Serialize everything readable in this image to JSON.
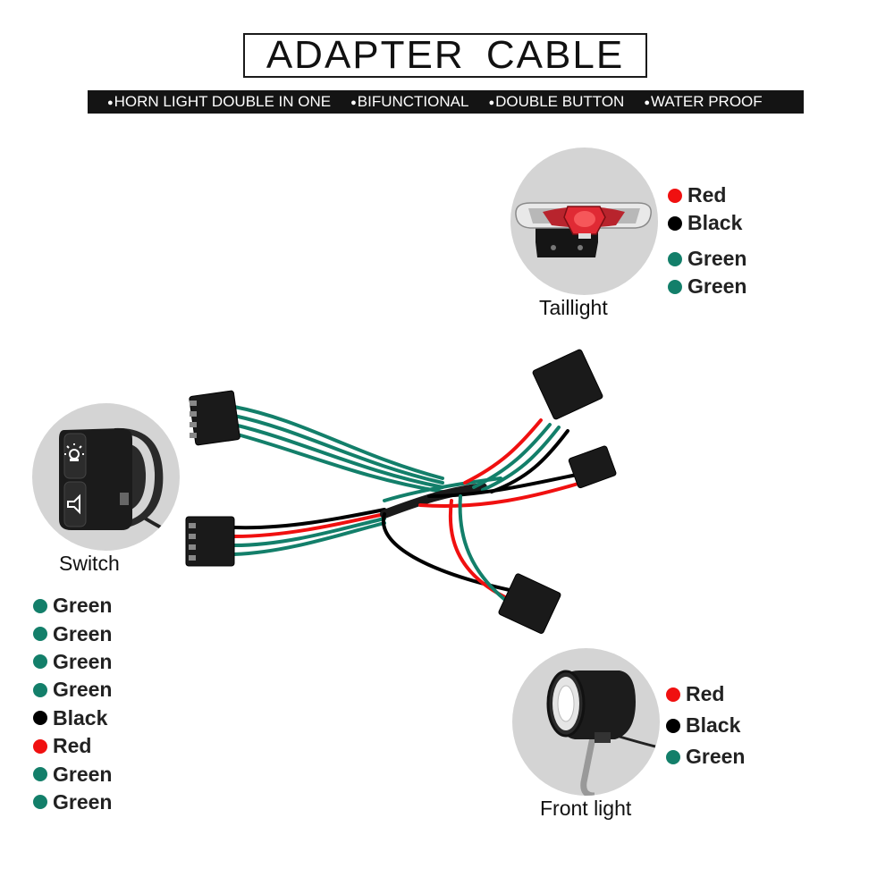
{
  "title": "ADAPTER  CABLE",
  "features": [
    "HORN LIGHT DOUBLE IN ONE",
    "BIFUNCTIONAL",
    "DOUBLE BUTTON",
    "WATER PROOF"
  ],
  "bullet": "●",
  "colors": {
    "red": "#f01010",
    "black": "#000000",
    "green": "#137f6a",
    "bar": "#141414"
  },
  "taillight": {
    "caption": "Taillight",
    "icon": "taillight-icon",
    "wires": [
      {
        "label": "Red",
        "color": "#f01010"
      },
      {
        "label": "Black",
        "color": "#000000"
      },
      {
        "label": "Green",
        "color": "#137f6a"
      },
      {
        "label": "Green",
        "color": "#137f6a"
      }
    ]
  },
  "switch": {
    "caption": "Switch",
    "icon": "handlebar-switch-icon",
    "wires": [
      {
        "label": "Green",
        "color": "#137f6a"
      },
      {
        "label": "Green",
        "color": "#137f6a"
      },
      {
        "label": "Green",
        "color": "#137f6a"
      },
      {
        "label": "Green",
        "color": "#137f6a"
      },
      {
        "label": "Black",
        "color": "#000000"
      },
      {
        "label": "Red",
        "color": "#f01010"
      },
      {
        "label": "Green",
        "color": "#137f6a"
      },
      {
        "label": "Green",
        "color": "#137f6a"
      }
    ]
  },
  "front_light": {
    "caption": "Front light",
    "icon": "headlight-icon",
    "wires": [
      {
        "label": "Red",
        "color": "#f01010"
      },
      {
        "label": "Black",
        "color": "#000000"
      },
      {
        "label": "Green",
        "color": "#137f6a"
      }
    ]
  },
  "harness_icon": "wire-harness-icon"
}
